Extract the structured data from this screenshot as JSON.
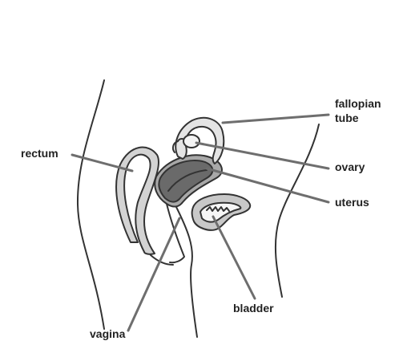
{
  "diagram": {
    "colors": {
      "outline": "#333333",
      "organ_light": "#d3d3d3",
      "organ_mid": "#a8a8a8",
      "organ_dark": "#6a6a6a",
      "leader": "#6e6e6e",
      "label_text": "#222222"
    },
    "labels": {
      "fallopian_tube_line1": "fallopian",
      "fallopian_tube_line2": "tube",
      "rectum": "rectum",
      "ovary": "ovary",
      "uterus": "uterus",
      "bladder": "bladder",
      "vagina": "vagina"
    }
  }
}
